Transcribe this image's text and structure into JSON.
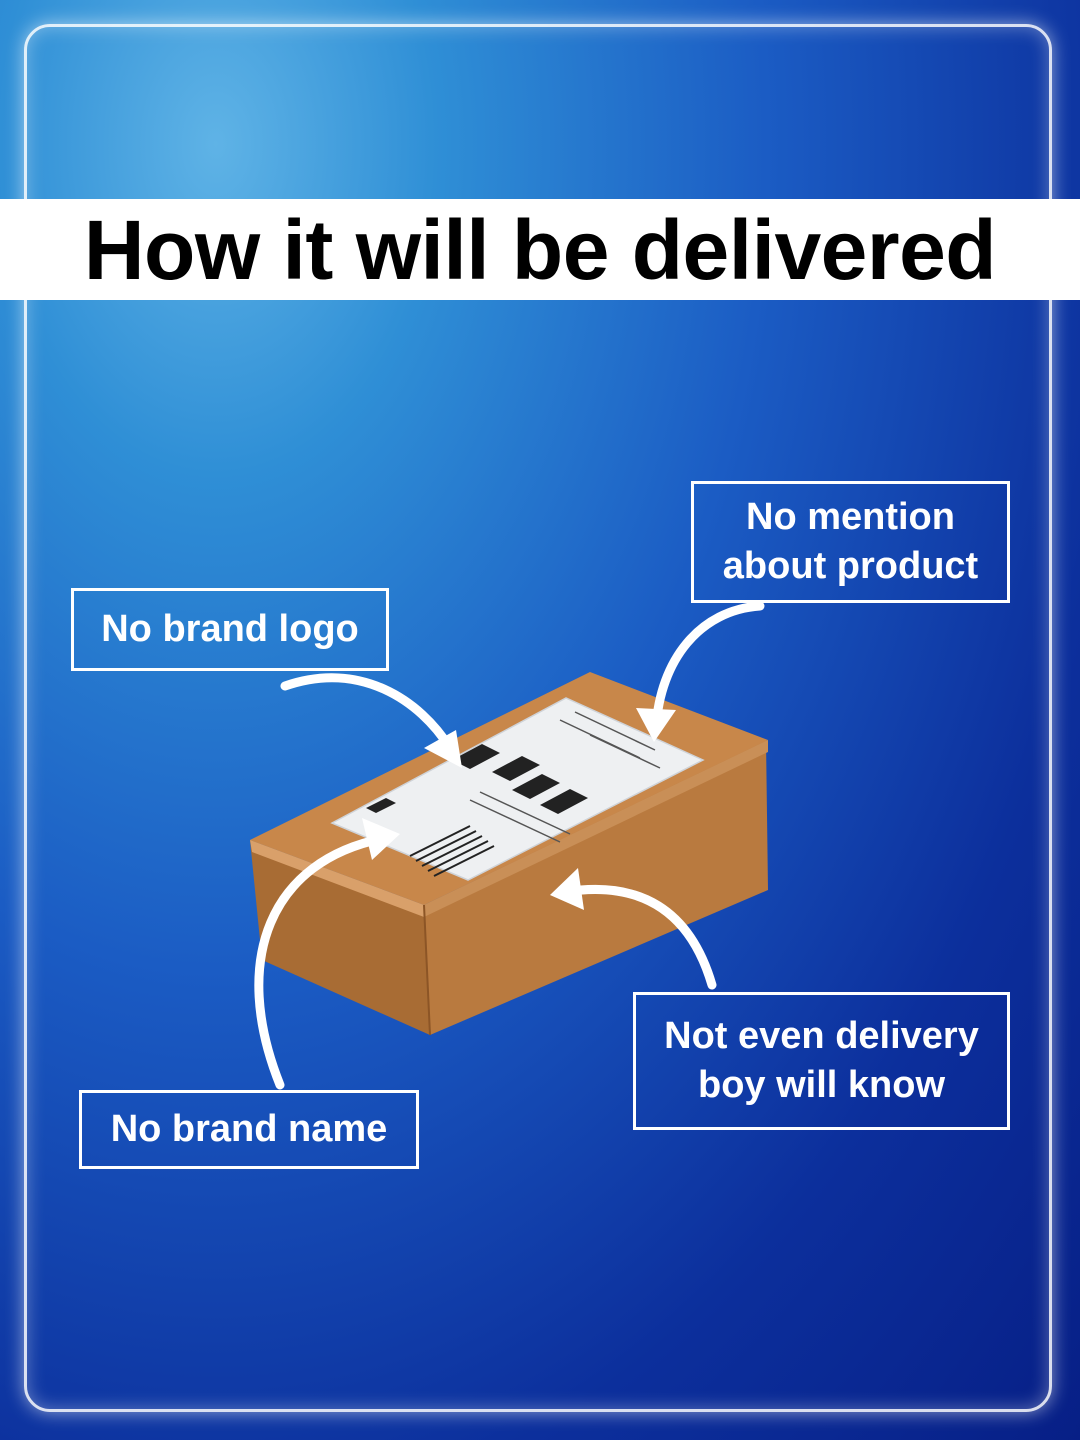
{
  "title": "How it will be delivered",
  "callouts": {
    "brand_logo": "No brand logo",
    "product_line1": "No mention",
    "product_line2": "about product",
    "brand_name": "No brand name",
    "delivery_line1": "Not even delivery",
    "delivery_line2": "boy will know"
  },
  "colors": {
    "background": "#1b5cc4",
    "title_bar": "#ffffff",
    "callout_border": "#ffffff",
    "box": "#c8874a"
  }
}
